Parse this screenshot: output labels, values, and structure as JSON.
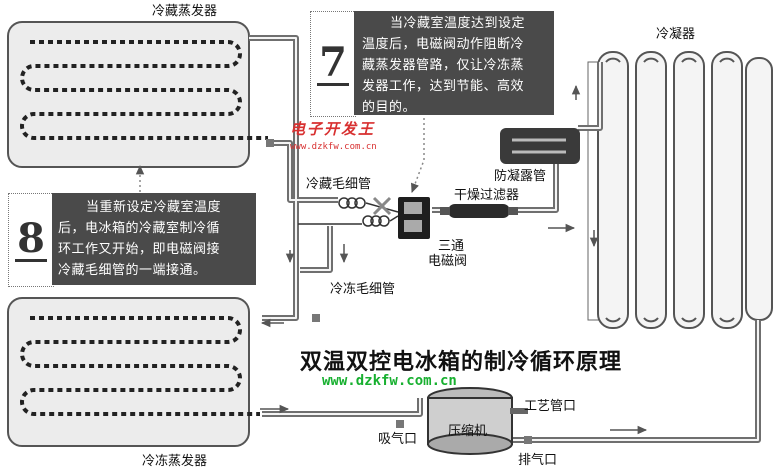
{
  "labels": {
    "fridge_evaporator": "冷藏蒸发器",
    "freezer_evaporator": "冷冻蒸发器",
    "condenser": "冷凝器",
    "anti_condensation_pipe": "防凝露管",
    "dryer_filter": "干燥过滤器",
    "three_way_valve_line1": "三通",
    "three_way_valve_line2": "电磁阀",
    "fridge_capillary": "冷藏毛细管",
    "freezer_capillary": "冷冻毛细管",
    "process_pipe": "工艺管口",
    "suction_port": "吸气口",
    "discharge_port": "排气口",
    "compressor": "压缩机"
  },
  "note7": {
    "number": "7",
    "lines": [
      "当冷藏室温度达到设定",
      "温度后，电磁阀动作阻断冷",
      "藏蒸发器管路，仅让冷冻蒸",
      "发器工作，达到节能、高效",
      "的目的。"
    ]
  },
  "note8": {
    "number": "8",
    "lines": [
      "当重新设定冷藏室温度",
      "后，电冰箱的冷藏室制冷循",
      "环工作又开始，即电磁阀接",
      "冷藏毛细管的一端接通。"
    ]
  },
  "title": "双温双控电冰箱的制冷循环原理",
  "watermark": {
    "logo": "电子开发王",
    "url_small": "www.dzkfw.com.cn",
    "url_main": "www.dzkfw.com.cn"
  },
  "colors": {
    "note_bg": "#4a4a4a",
    "watermark_red": "#d83030",
    "watermark_green": "#18b030",
    "pipe": "#6f6f6f"
  }
}
